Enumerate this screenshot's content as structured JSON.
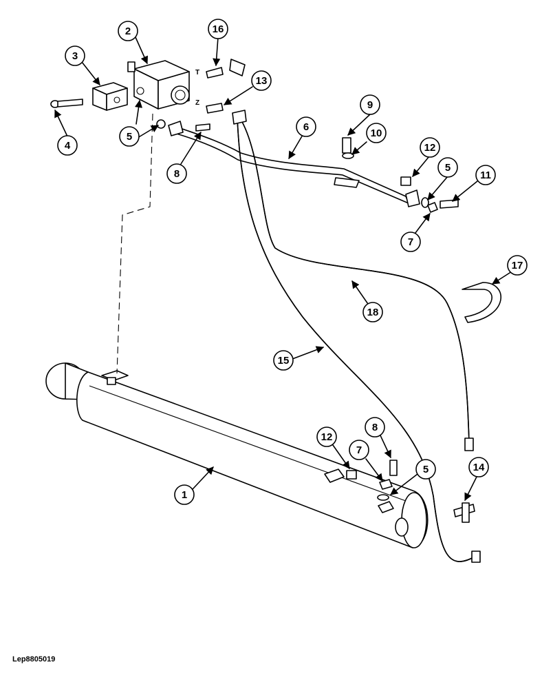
{
  "diagram": {
    "drawing_ref": "Lep8805019",
    "port_labels": {
      "t": "T",
      "z": "Z"
    },
    "callouts": [
      {
        "id": "c1",
        "label": "1"
      },
      {
        "id": "c2",
        "label": "2"
      },
      {
        "id": "c3",
        "label": "3"
      },
      {
        "id": "c4",
        "label": "4"
      },
      {
        "id": "c5a",
        "label": "5"
      },
      {
        "id": "c5b",
        "label": "5"
      },
      {
        "id": "c5c",
        "label": "5"
      },
      {
        "id": "c6",
        "label": "6"
      },
      {
        "id": "c7a",
        "label": "7"
      },
      {
        "id": "c7b",
        "label": "7"
      },
      {
        "id": "c8a",
        "label": "8"
      },
      {
        "id": "c8b",
        "label": "8"
      },
      {
        "id": "c9",
        "label": "9"
      },
      {
        "id": "c10",
        "label": "10"
      },
      {
        "id": "c11",
        "label": "11"
      },
      {
        "id": "c12a",
        "label": "12"
      },
      {
        "id": "c12b",
        "label": "12"
      },
      {
        "id": "c13",
        "label": "13"
      },
      {
        "id": "c14",
        "label": "14"
      },
      {
        "id": "c15",
        "label": "15"
      },
      {
        "id": "c16",
        "label": "16"
      },
      {
        "id": "c17",
        "label": "17"
      },
      {
        "id": "c18",
        "label": "18"
      }
    ]
  }
}
